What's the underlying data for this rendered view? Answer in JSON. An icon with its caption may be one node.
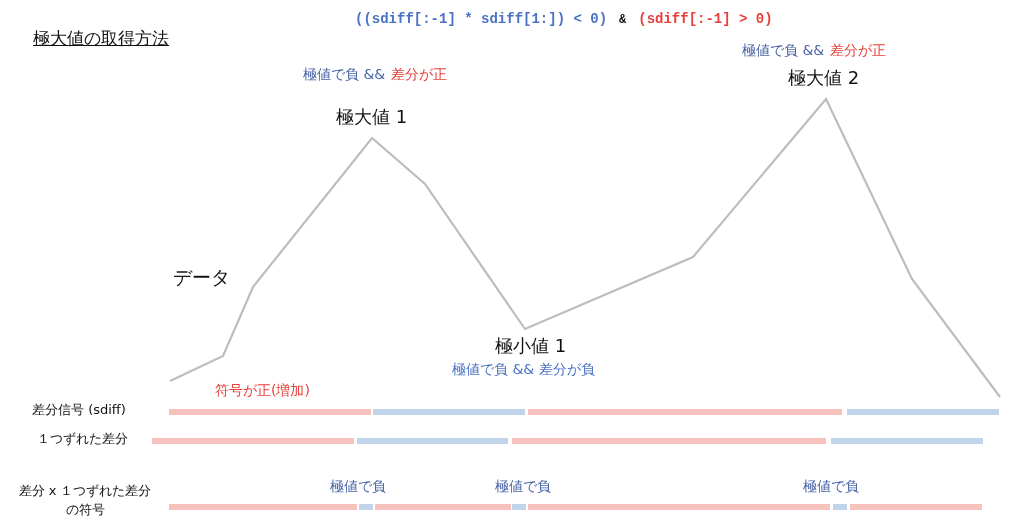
{
  "diagram": {
    "title": "極大値の取得方法",
    "labels": [
      "((sdiff[:-1] * sdiff[1:]) < 0)",
      "&",
      "(sdiff[:-1] > 0)",
      "極値で負 &&",
      "差分が正",
      "極値で負 &&",
      "差分が正",
      "極大値 2",
      "極大値 1",
      "データ",
      "極小値 1",
      "極値で負 && 差分が負",
      "符号が正(増加)",
      "差分信号 (sdiff)",
      "１つずれた差分",
      "差分 x １つずれた差分の符号",
      "極値で負",
      "極値で負",
      "極値で負"
    ]
  }
}
